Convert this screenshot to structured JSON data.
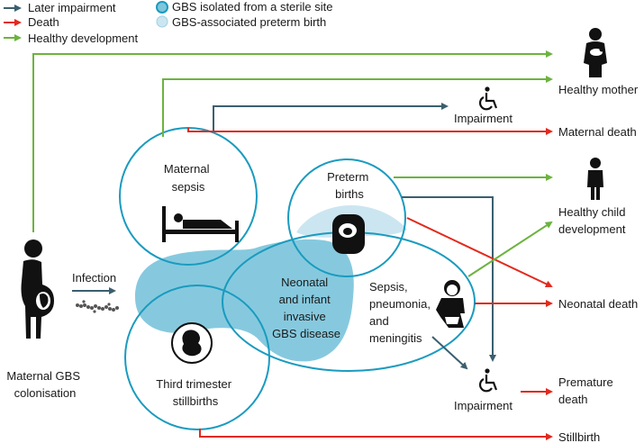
{
  "colors": {
    "impairment": "#3b5f6f",
    "death": "#e3291d",
    "healthy": "#6db33f",
    "sterile_fill": "#7fc6dc",
    "sterile_stroke": "#1a9bbf",
    "preterm_fill": "#cbe6f1",
    "circle_stroke": "#1a9bbf"
  },
  "legend": {
    "later_impairment": "Later impairment",
    "death": "Death",
    "healthy_development": "Healthy development",
    "gbs_sterile": "GBS isolated from a sterile site",
    "gbs_preterm": "GBS-associated preterm birth"
  },
  "source": {
    "label_line1": "Maternal GBS",
    "label_line2": "colonisation",
    "infection": "Infection"
  },
  "circles": {
    "maternal_sepsis": [
      "Maternal",
      "sepsis"
    ],
    "preterm_births": [
      "Preterm",
      "births"
    ],
    "stillbirths": [
      "Third trimester",
      "stillbirths"
    ],
    "neonatal_disease": [
      "Neonatal",
      "and infant",
      "invasive",
      "GBS disease"
    ],
    "sepsis_list": [
      "Sepsis,",
      "pneumonia,",
      "and",
      "meningitis"
    ]
  },
  "outcomes": {
    "healthy_mother": "Healthy mother",
    "impairment_top": "Impairment",
    "maternal_death": "Maternal death",
    "healthy_child": [
      "Healthy child",
      "development"
    ],
    "neonatal_death": "Neonatal death",
    "impairment_bottom": "Impairment",
    "premature_death": [
      "Premature",
      "death"
    ],
    "stillbirth": "Stillbirth"
  },
  "icons": {
    "mother_child": "mother-with-baby-icon",
    "wheelchair": "wheelchair-icon",
    "child": "child-icon",
    "pregnant": "pregnant-woman-icon",
    "bed": "patient-in-bed-icon",
    "incubator": "incubator-icon",
    "baby": "baby-icon",
    "fetus": "fetus-icon",
    "bacteria": "bacteria-chain-icon"
  }
}
